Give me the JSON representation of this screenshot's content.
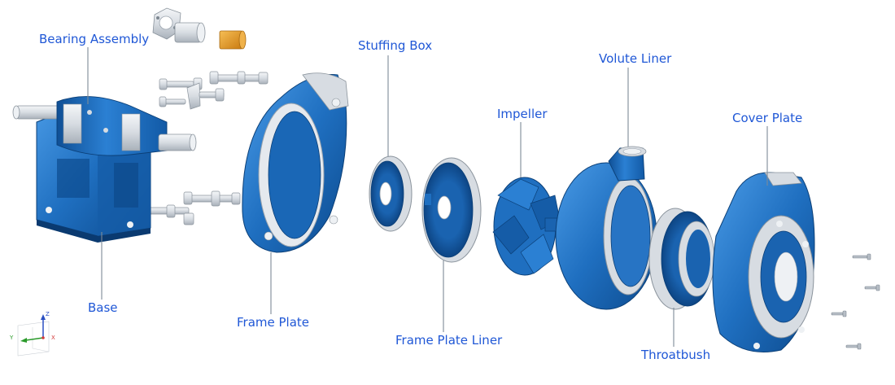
{
  "labels": {
    "bearing_assembly": "Bearing Assembly",
    "base": "Base",
    "frame_plate": "Frame Plate",
    "stuffing_box": "Stuffing Box",
    "frame_plate_liner": "Frame Plate Liner",
    "impeller": "Impeller",
    "volute_liner": "Volute Liner",
    "cover_plate": "Cover Plate",
    "throatbush": "Throatbush"
  },
  "axis_triad": {
    "z": "Z",
    "y": "Y",
    "x": "X"
  },
  "colors": {
    "label_text": "#1f57d6",
    "leader_line": "#7d8a98",
    "part_blue": "#1f6fc0",
    "part_blue_dark": "#0f4f95",
    "part_blue_light": "#3d8ee0",
    "machined_grey": "#dfe3e8",
    "bronze": "#e89a1f"
  }
}
